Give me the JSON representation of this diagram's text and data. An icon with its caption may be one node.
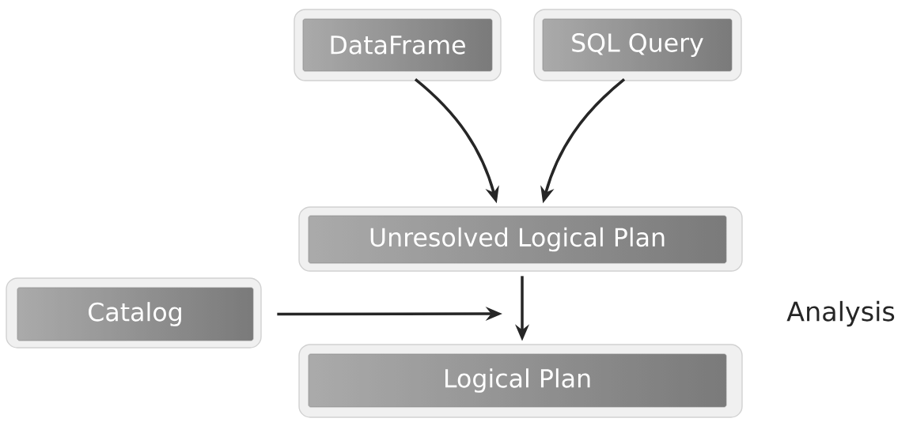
{
  "diagram": {
    "nodes": [
      {
        "text": [
          "DataFrame"
        ]
      },
      {
        "text": [
          "SQL Query"
        ]
      },
      {
        "text": [
          "Unresolved Logical Plan"
        ]
      },
      {
        "text": [
          "Logical Plan"
        ]
      },
      {
        "text": [
          "Catalog"
        ]
      }
    ],
    "edges": [
      {
        "from": 0,
        "to": 2,
        "arrow": "to"
      },
      {
        "from": 1,
        "to": 2,
        "arrow": "to"
      },
      {
        "from": 2,
        "to": 3,
        "arrow": "to"
      },
      {
        "from": 4,
        "to": null,
        "arrow": "to"
      }
    ],
    "labels": [
      "Analysis"
    ]
  }
}
